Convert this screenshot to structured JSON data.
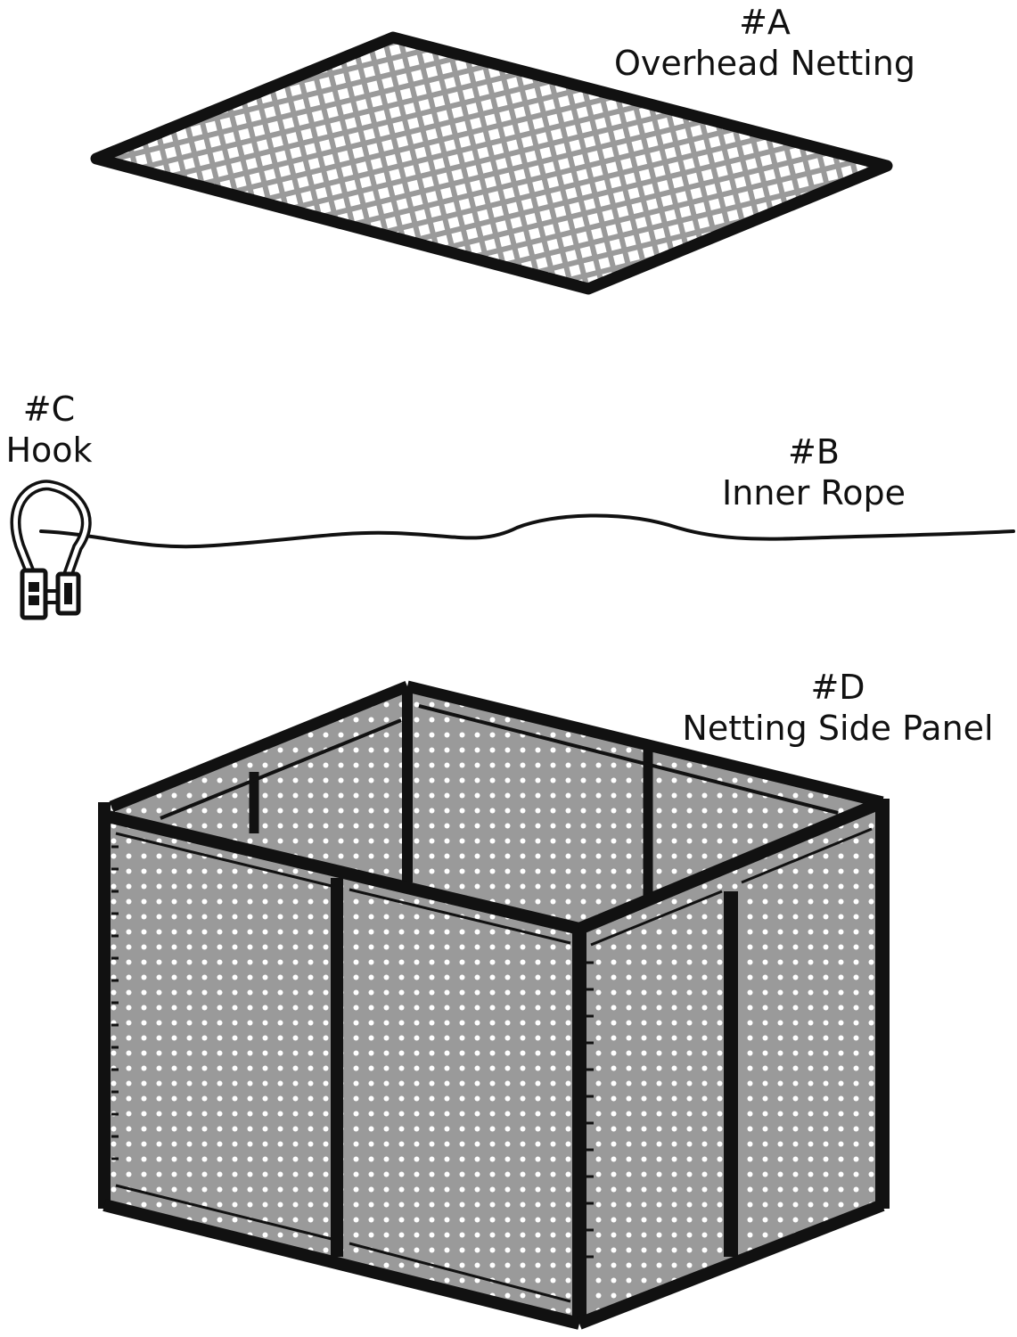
{
  "parts": [
    {
      "id": "A",
      "code": "#A",
      "name": "Overhead Netting"
    },
    {
      "id": "B",
      "code": "#B",
      "name": "Inner Rope"
    },
    {
      "id": "C",
      "code": "#C",
      "name": "Hook"
    },
    {
      "id": "D",
      "code": "#D",
      "name": "Netting Side Panel"
    }
  ],
  "colors": {
    "outline": "#111111",
    "mesh_fill": "#9a9a9a",
    "mesh_holes": "#ffffff",
    "background": "#ffffff"
  }
}
